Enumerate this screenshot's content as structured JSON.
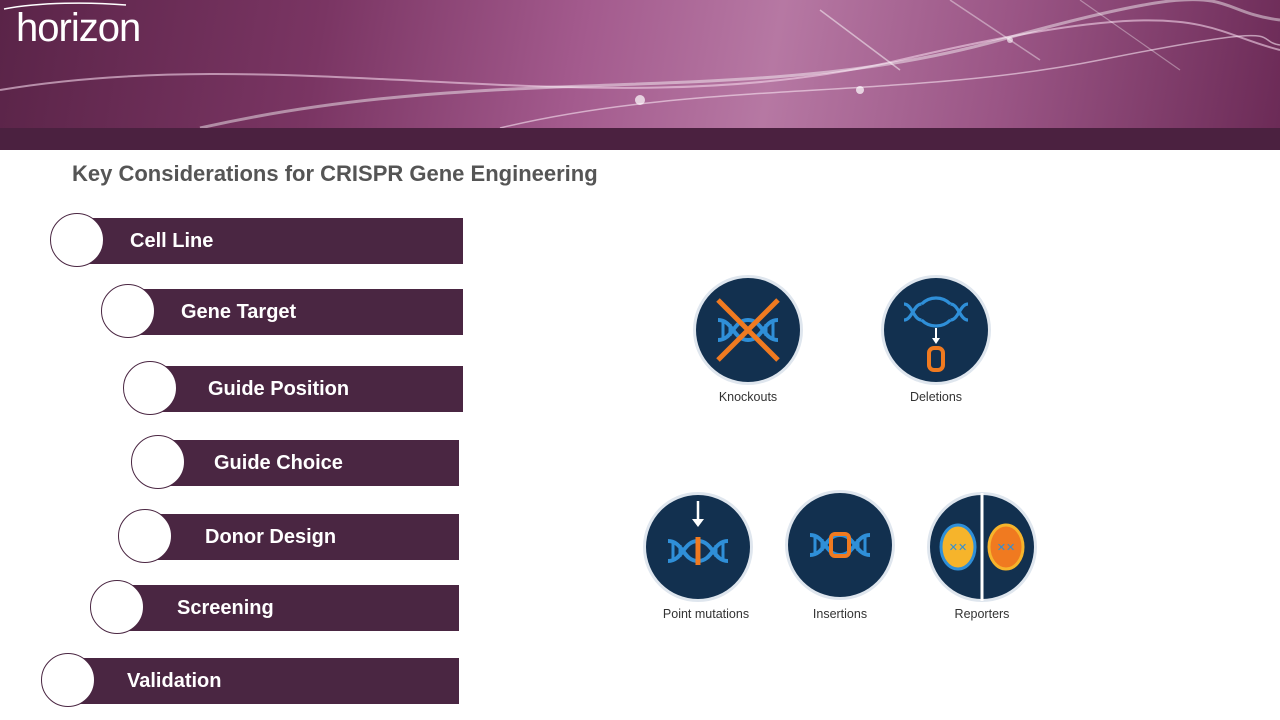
{
  "brand": {
    "logo_text": "horizon"
  },
  "title": "Key Considerations for CRISPR Gene Engineering",
  "steps": [
    {
      "label": "Cell Line"
    },
    {
      "label": "Gene Target"
    },
    {
      "label": "Guide Position"
    },
    {
      "label": "Guide Choice"
    },
    {
      "label": "Donor Design"
    },
    {
      "label": "Screening"
    },
    {
      "label": "Validation"
    }
  ],
  "edit_types": [
    {
      "label": "Knockouts",
      "icon": "knockout-icon"
    },
    {
      "label": "Deletions",
      "icon": "deletion-icon"
    },
    {
      "label": "Point mutations",
      "icon": "point-mutation-icon"
    },
    {
      "label": "Insertions",
      "icon": "insertion-icon"
    },
    {
      "label": "Reporters",
      "icon": "reporter-icon"
    }
  ],
  "colors": {
    "dark_plum": "#4a2642",
    "dna_blue": "#2f8fd8",
    "edit_orange": "#f07a20",
    "icon_navy": "#12304f"
  }
}
